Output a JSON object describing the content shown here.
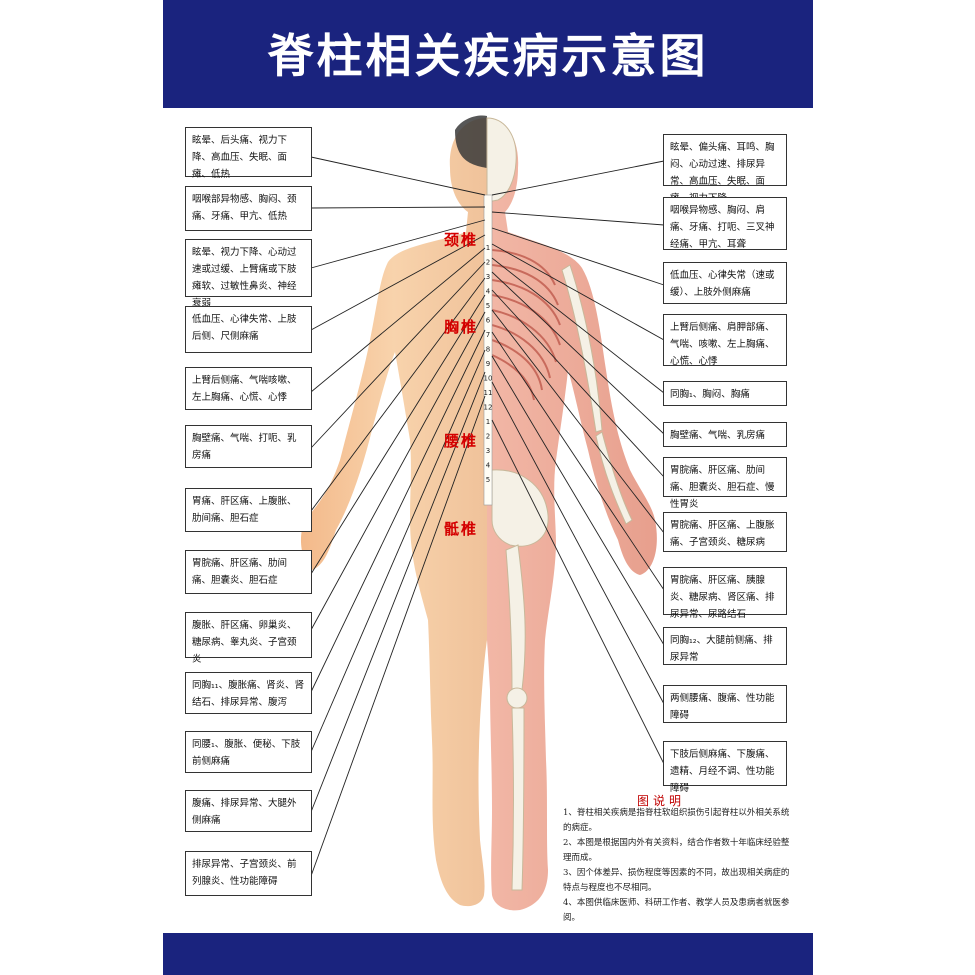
{
  "header": {
    "title": "脊柱相关疾病示意图"
  },
  "regions": {
    "cervical": "颈椎",
    "thoracic": "胸椎",
    "lumbar": "腰椎",
    "sacral": "骶椎"
  },
  "left_boxes": [
    "眩晕、后头痛、视力下降、高血压、失眠、面瘫、低热",
    "咽喉部异物感、胸闷、颈痛、牙痛、甲亢、低热",
    "眩晕、视力下降、心动过速或过缓、上臂痛或下肢瘫软、过敏性鼻炎、神经衰弱",
    "低血压、心律失常、上肢后侧、尺侧麻痛",
    "上臂后侧痛、气喘咳嗽、左上胸痛、心慌、心悸",
    "胸壁痛、气喘、打呃、乳房痛",
    "胃痛、肝区痛、上腹胀、肋间痛、胆石症",
    "胃脘痛、肝区痛、肋间痛、胆囊炎、胆石症",
    "腹胀、肝区痛、卵巢炎、糖尿病、睾丸炎、子宫颈炎",
    "同胸₁₁、腹胀痛、肾炎、肾结石、排尿异常、腹泻",
    "同腰₁、腹胀、便秘、下肢前侧麻痛",
    "腹痛、排尿异常、大腿外侧麻痛",
    "排尿异常、子宫颈炎、前列腺炎、性功能障碍"
  ],
  "right_boxes": [
    "眩晕、偏头痛、耳鸣、胸闷、心动过速、排尿异常、高血压、失眠、面瘫、视力下降",
    "咽喉异物感、胸闷、肩痛、牙痛、打呃、三叉神经痛、甲亢、耳聋",
    "低血压、心律失常（速或缓）、上肢外侧麻痛",
    "上臂后侧痛、肩胛部痛、气喘、咳嗽、左上胸痛、心慌、心悸",
    "同胸₁、胸闷、胸痛",
    "胸壁痛、气喘、乳房痛",
    "胃脘痛、肝区痛、肋间痛、胆囊炎、胆石症、慢性胃炎",
    "胃脘痛、肝区痛、上腹胀痛、子宫颈炎、糖尿病",
    "胃脘痛、肝区痛、胰腺炎、糖尿病、肾区痛、排尿异常、尿路结石",
    "同胸₁₂、大腿前侧痛、排尿异常",
    "两侧腰痛、腹痛、性功能障碍",
    "下肢后侧麻痛、下腹痛、遗精、月经不调、性功能障碍"
  ],
  "vertebra_numbers": [
    "1",
    "2",
    "3",
    "4",
    "5",
    "6",
    "7",
    "8",
    "9",
    "10",
    "11",
    "12",
    "1",
    "2",
    "3",
    "4",
    "5"
  ],
  "legend": {
    "title": "图说明",
    "items": [
      "1、脊柱相关疾病是指脊柱软组织损伤引起脊柱以外相关系统的病症。",
      "2、本图是根据国内外有关资料，结合作者数十年临床经验整理而成。",
      "3、因个体差异、损伤程度等因素的不同，故出现相关病症的特点与程度也不尽相同。",
      "4、本图供临床医师、科研工作者、教学人员及患病者就医参阅。"
    ]
  },
  "colors": {
    "banner": "#1a237e",
    "region_label": "#d40000",
    "legend_title": "#c00000",
    "skin": "#f6c79a",
    "muscle": "#e9a092",
    "bone": "#f5f1e6"
  }
}
